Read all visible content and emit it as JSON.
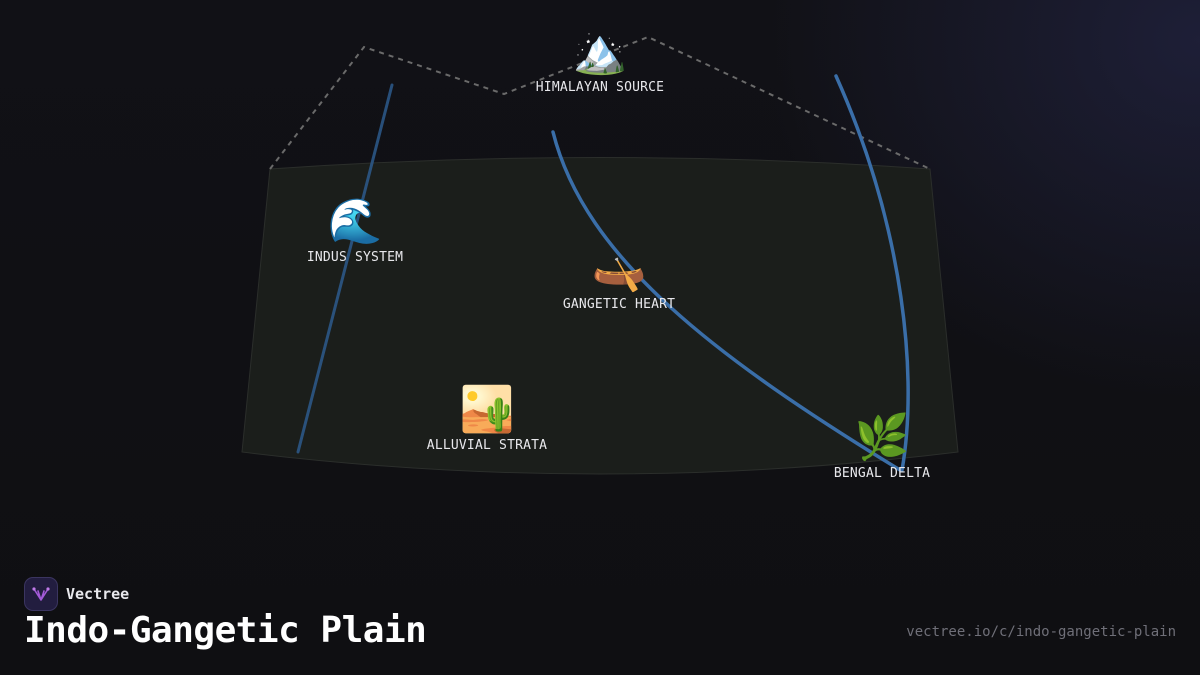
{
  "diagram": {
    "nodes": [
      {
        "id": "himalayan-source",
        "icon": "mountain-snow-icon",
        "emoji": "🏔️",
        "label": "HIMALAYAN SOURCE"
      },
      {
        "id": "indus-system",
        "icon": "water-wave-icon",
        "emoji": "🌊",
        "label": "INDUS SYSTEM"
      },
      {
        "id": "gangetic-heart",
        "icon": "canoe-icon",
        "emoji": "🛶",
        "label": "GANGETIC HEART"
      },
      {
        "id": "alluvial-strata",
        "icon": "desert-icon",
        "emoji": "🏜️",
        "label": "ALLUVIAL STRATA"
      },
      {
        "id": "bengal-delta",
        "icon": "herb-icon",
        "emoji": "🌿",
        "label": "BENGAL DELTA"
      }
    ],
    "colors": {
      "plain_fill": "#1b1e1b",
      "river": "#3a6ea8",
      "outline": "#6a6a6a"
    }
  },
  "footer": {
    "brand_name": "Vectree",
    "title": "Indo-Gangetic Plain",
    "url": "vectree.io/c/indo-gangetic-plain"
  }
}
